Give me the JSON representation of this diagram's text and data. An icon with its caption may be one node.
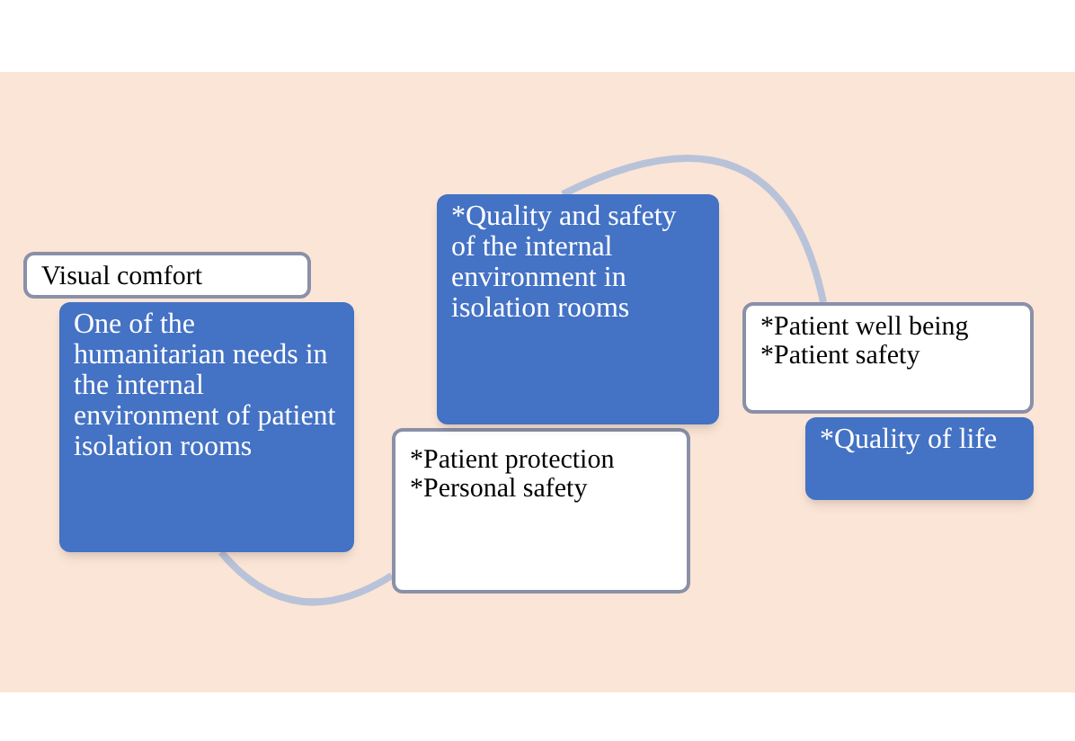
{
  "diagram": {
    "nodes": [
      {
        "text": [
          "Visual comfort"
        ]
      },
      {
        "text": [
          "One of the humanitarian needs in the internal environment of patient isolation rooms"
        ]
      },
      {
        "text": [
          "*Quality and safety of the internal environment in isolation rooms"
        ]
      },
      {
        "text": [
          "*Patient protection",
          "*Personal safety"
        ]
      },
      {
        "text": [
          "*Patient well being",
          "*Patient safety"
        ]
      },
      {
        "text": [
          "*Quality of life"
        ]
      }
    ],
    "edges": [
      {
        "from": 1,
        "to": 3,
        "arrow": "none"
      },
      {
        "from": 2,
        "to": 4,
        "arrow": "none"
      }
    ]
  }
}
